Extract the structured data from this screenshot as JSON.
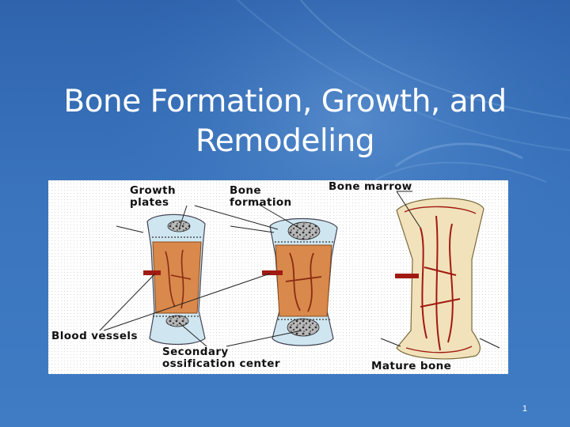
{
  "slide": {
    "title": "Bone Formation, Growth, and Remodeling",
    "page_number": "1"
  },
  "figure": {
    "labels": {
      "growth_plates": "Growth\nplates",
      "bone_formation": "Bone\nformation",
      "bone_marrow": "Bone marrow",
      "blood_vessels": "Blood vessels",
      "secondary_ossification": "Secondary\nossification center",
      "mature_bone": "Mature bone"
    }
  },
  "colors": {
    "background": "#3a74bd",
    "title_text": "#ffffff",
    "bone_tissue": "#d98a4a",
    "cartilage": "#b9dbe8",
    "marrow_vessels": "#a11a12"
  }
}
